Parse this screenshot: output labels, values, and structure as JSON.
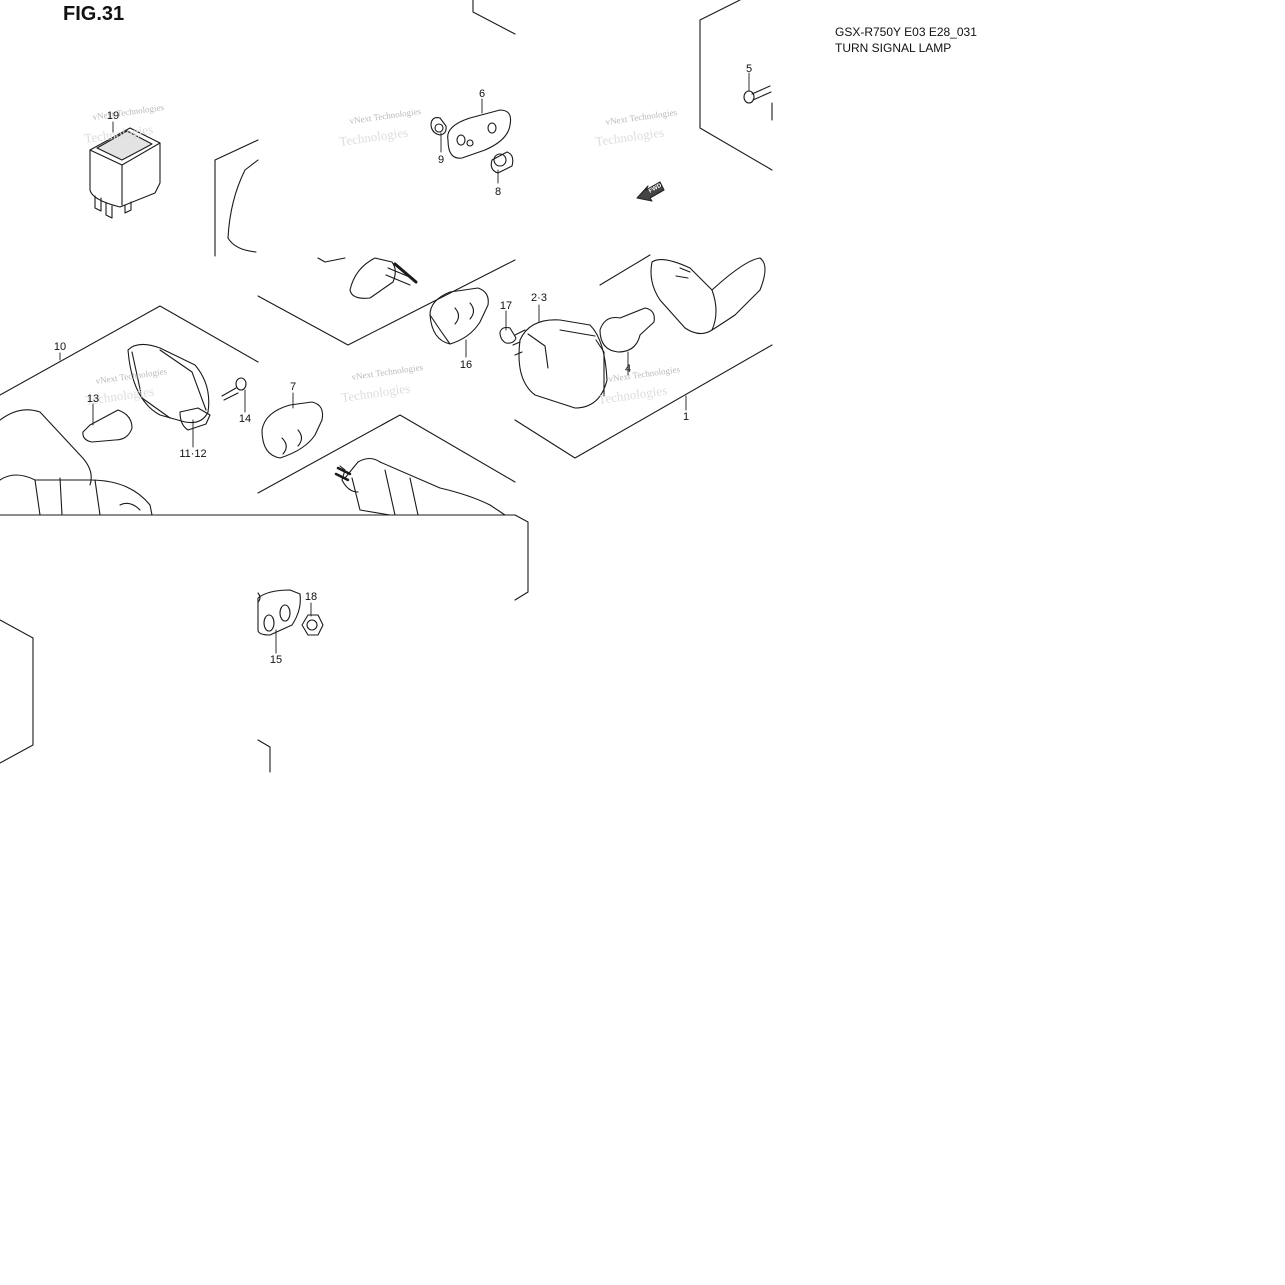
{
  "figure": {
    "title": "FIG.31",
    "model": "GSX-R750Y E03 E28_031",
    "subtitle": "TURN SIGNAL LAMP",
    "fwd_label": "FWD"
  },
  "watermark": {
    "line1": "vNext Technologies",
    "line2": "Technologies"
  },
  "callouts": [
    {
      "id": "c1",
      "label": "1"
    },
    {
      "id": "c23",
      "label": "2·3"
    },
    {
      "id": "c4",
      "label": "4"
    },
    {
      "id": "c5",
      "label": "5"
    },
    {
      "id": "c6",
      "label": "6"
    },
    {
      "id": "c7",
      "label": "7"
    },
    {
      "id": "c8",
      "label": "8"
    },
    {
      "id": "c9",
      "label": "9"
    },
    {
      "id": "c10",
      "label": "10"
    },
    {
      "id": "c1112",
      "label": "11·12"
    },
    {
      "id": "c13",
      "label": "13"
    },
    {
      "id": "c14",
      "label": "14"
    },
    {
      "id": "c15",
      "label": "15"
    },
    {
      "id": "c16",
      "label": "16"
    },
    {
      "id": "c17",
      "label": "17"
    },
    {
      "id": "c18",
      "label": "18"
    },
    {
      "id": "c19",
      "label": "19"
    }
  ]
}
